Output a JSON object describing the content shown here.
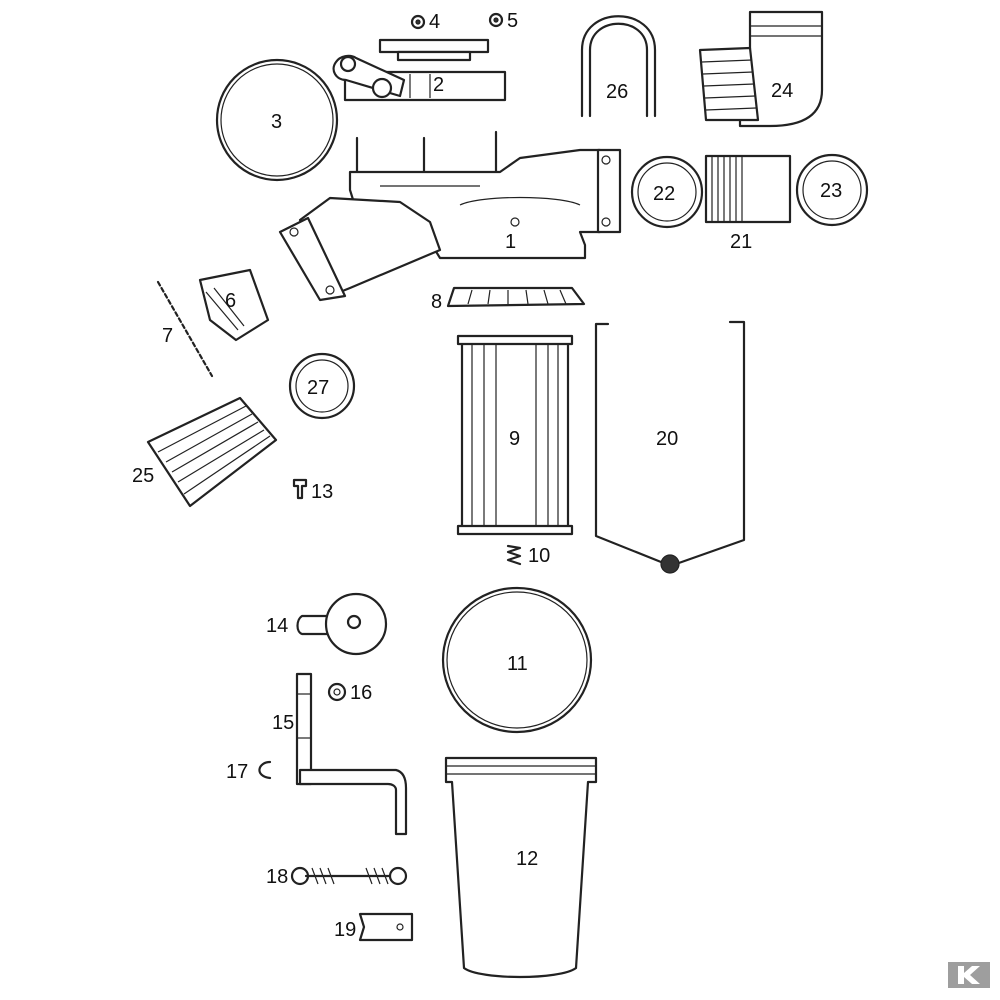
{
  "parts": [
    {
      "id": "p1",
      "label": "1"
    },
    {
      "id": "p2",
      "label": "2"
    },
    {
      "id": "p3",
      "label": "3"
    },
    {
      "id": "p4",
      "label": "4"
    },
    {
      "id": "p5",
      "label": "5"
    },
    {
      "id": "p6",
      "label": "6"
    },
    {
      "id": "p7",
      "label": "7"
    },
    {
      "id": "p8",
      "label": "8"
    },
    {
      "id": "p9",
      "label": "9"
    },
    {
      "id": "p10",
      "label": "10"
    },
    {
      "id": "p11",
      "label": "11"
    },
    {
      "id": "p12",
      "label": "12"
    },
    {
      "id": "p13",
      "label": "13"
    },
    {
      "id": "p14",
      "label": "14"
    },
    {
      "id": "p15",
      "label": "15"
    },
    {
      "id": "p16",
      "label": "16"
    },
    {
      "id": "p17",
      "label": "17"
    },
    {
      "id": "p18",
      "label": "18"
    },
    {
      "id": "p19",
      "label": "19"
    },
    {
      "id": "p20",
      "label": "20"
    },
    {
      "id": "p21",
      "label": "21"
    },
    {
      "id": "p22",
      "label": "22"
    },
    {
      "id": "p23",
      "label": "23"
    },
    {
      "id": "p24",
      "label": "24"
    },
    {
      "id": "p25",
      "label": "25"
    },
    {
      "id": "p26",
      "label": "26"
    },
    {
      "id": "p27",
      "label": "27"
    }
  ],
  "brand": {
    "logo": "K",
    "color": "#9e9e9e"
  }
}
